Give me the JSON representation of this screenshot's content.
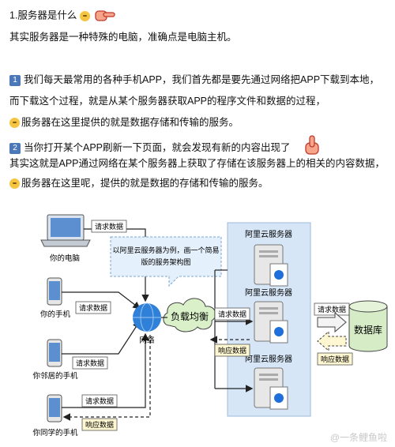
{
  "text": {
    "title": "1.服务器是什么",
    "line2": "其实服务器是一种特殊的电脑，准确点是电脑主机。",
    "p1_badge": "1",
    "p1_line1": "我们每天最常用的各种手机APP，我们首先都是要先通过网络把APP下载到本地，",
    "p1_line2": "而下载这个过程，就是从某个服务器获取APP的程序文件和数据的过程，",
    "p1_line3": "服务器在这里提供的就是数据存储和传输的服务。",
    "p2_badge": "2",
    "p2_line1": "当你打开某个APP刷新一下页面，就会发现有新的内容出现了",
    "p2_line2": "其实这就是APP通过网络在某个服务器上获取了存储在该服务器上的相关的内容数据，",
    "p2_line3": "服务器在这里呢，提供的就是数据的存储和传输的服务。"
  },
  "diagram": {
    "clients": [
      "你的电脑",
      "你的手机",
      "你邻居的手机",
      "你同学的手机"
    ],
    "request": "请求数据",
    "response": "响应数据",
    "callout_line1": "以阿里云服务器为例，画一个简易",
    "callout_line2": "版的服务架构图",
    "network": "网络",
    "load_balancer": "负载均衡",
    "servers": [
      "阿里云服务器",
      "阿里云服务器",
      "阿里云服务器"
    ],
    "database": "数据库",
    "watermark": "@一条鲤鱼啦"
  },
  "colors": {
    "server_panel": "#d6e6f7",
    "cloud": "#d9f0c9",
    "callout": "#e4f0fb",
    "response_box": "#fff7d1",
    "database": "#d6ecc7",
    "badge": "#4a78b8"
  }
}
